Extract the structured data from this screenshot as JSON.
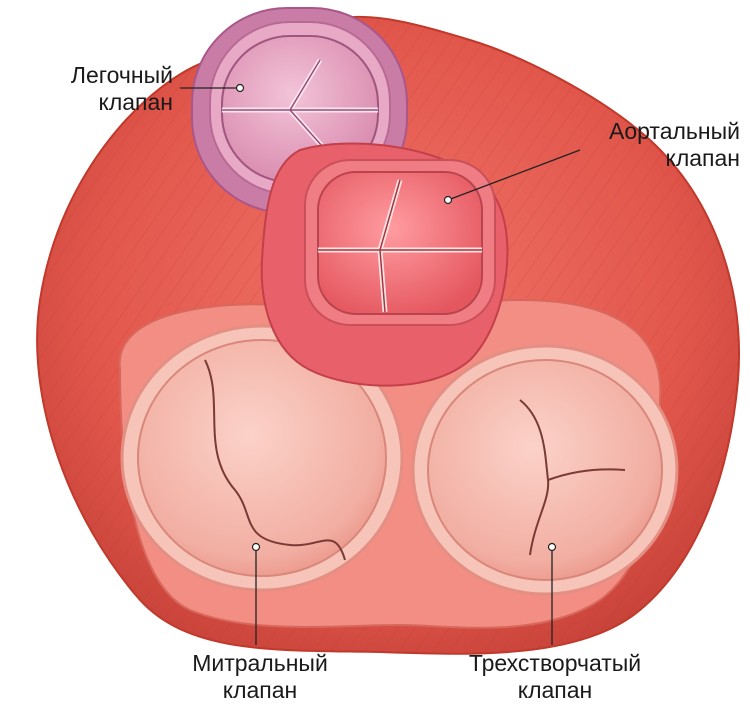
{
  "labels": {
    "pulmonary": {
      "line1": "Легочный",
      "line2": "клапан"
    },
    "aortic": {
      "line1": "Аортальный",
      "line2": "клапан"
    },
    "mitral": {
      "line1": "Митральный",
      "line2": "клапан"
    },
    "tricuspid": {
      "line1": "Трехстворчатый",
      "line2": "клапан"
    }
  },
  "icons": [
    "heart-base-illustration"
  ],
  "colors": {
    "muscle": "#e2574c",
    "muscle_dark": "#c23a32",
    "pulmonary_ring": "#c97ca5",
    "pulmonary_inner": "#e7a9c6",
    "aortic_ring": "#e8606a",
    "aortic_inner": "#f07c84",
    "av_valve": "#f4b3a8",
    "av_rim": "#f7c9bf"
  }
}
